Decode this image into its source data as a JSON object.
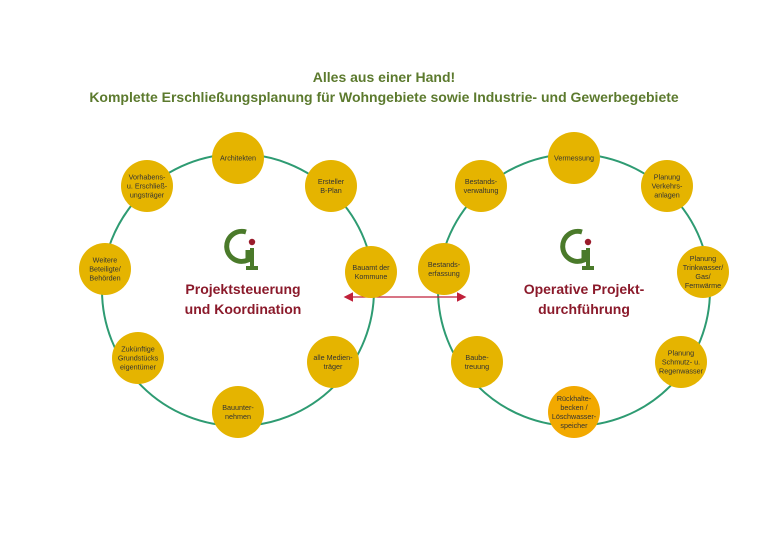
{
  "title": {
    "line1": "Alles aus einer Hand!",
    "line2": "Komplette Erschließungsplanung für Wohngebiete sowie Industrie- und Gewerbegebiete"
  },
  "colors": {
    "ring": "#2e9b72",
    "node": "#e5b400",
    "node_highlight": "#f2a900",
    "title": "#5c7a2e",
    "accent": "#8b1a2b",
    "logo_green": "#4a7a2a",
    "logo_red": "#9a1b2b"
  },
  "left": {
    "center_lines": [
      "Projektsteuerung",
      "und Koordination"
    ],
    "nodes": [
      {
        "lines": [
          "Architekten"
        ]
      },
      {
        "lines": [
          "Ersteller",
          "B-Plan"
        ]
      },
      {
        "lines": [
          "Bauamt der",
          "Kommune"
        ]
      },
      {
        "lines": [
          "alle Medien-",
          "träger"
        ]
      },
      {
        "lines": [
          "Bauunter-",
          "nehmen"
        ]
      },
      {
        "lines": [
          "Zukünftige",
          "Grundstücks",
          "eigentümer"
        ]
      },
      {
        "lines": [
          "Weitere",
          "Beteiligte/",
          "Behörden"
        ]
      },
      {
        "lines": [
          "Vorhabens-",
          "u. Erschließ-",
          "ungsträger"
        ]
      }
    ]
  },
  "right": {
    "center_lines": [
      "Operative Projekt-",
      "durchführung"
    ],
    "nodes": [
      {
        "lines": [
          "Vermessung"
        ]
      },
      {
        "lines": [
          "Planung",
          "Verkehrs-",
          "anlagen"
        ]
      },
      {
        "lines": [
          "Planung",
          "Trinkwasser/",
          "Gas/",
          "Fernwärme"
        ]
      },
      {
        "lines": [
          "Planung",
          "Schmutz- u.",
          "Regenwasser"
        ]
      },
      {
        "lines": [
          "Rückhalte-",
          "becken /",
          "Löschwasser-",
          "speicher"
        ],
        "highlight": true
      },
      {
        "lines": [
          "Baube-",
          "treuung"
        ]
      },
      {
        "lines": [
          "Bestands-",
          "erfassung"
        ]
      },
      {
        "lines": [
          "Bestands-",
          "verwaltung"
        ]
      }
    ]
  },
  "icons": {
    "logo": "gi-logo-icon",
    "connector": "double-arrow-icon"
  }
}
